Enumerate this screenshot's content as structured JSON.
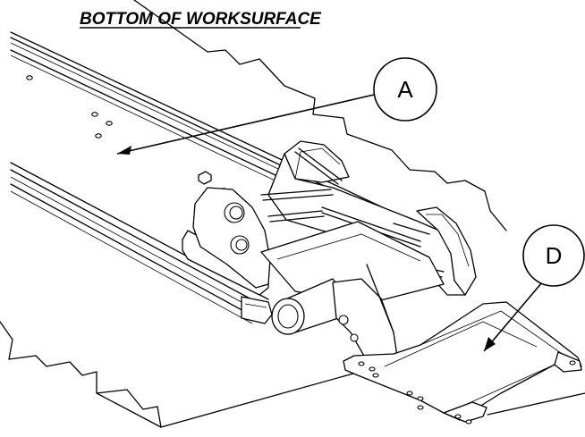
{
  "title": "BOTTOM OF WORKSURFACE",
  "callouts": [
    {
      "label": "A"
    },
    {
      "label": "D"
    }
  ],
  "colors": {
    "line": "#000000",
    "background": "#ffffff"
  }
}
